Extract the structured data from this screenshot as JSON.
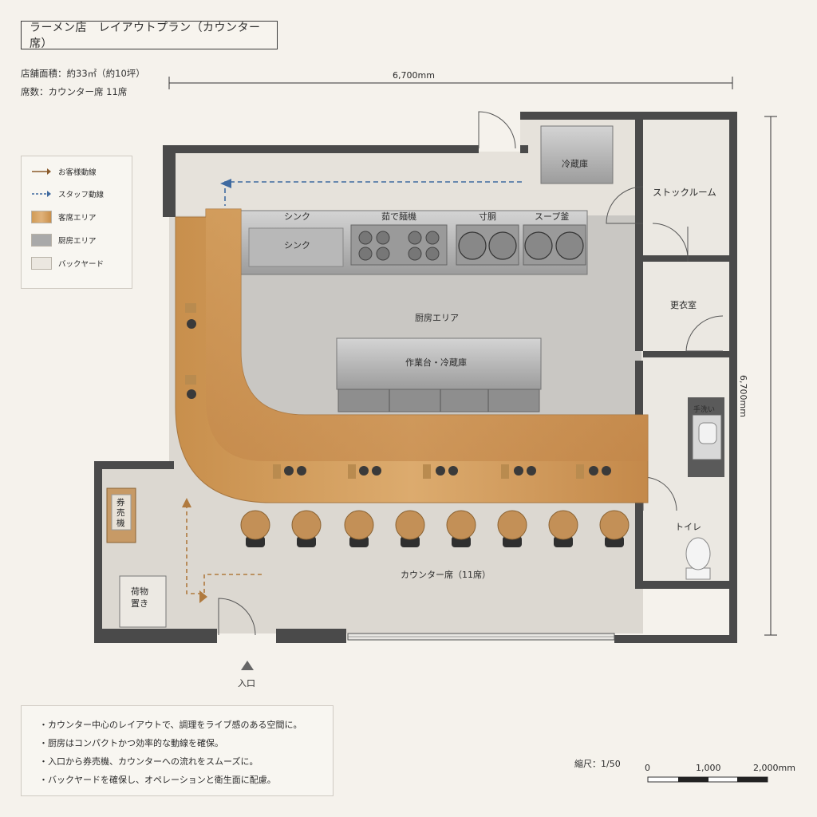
{
  "header": {
    "title": "ラーメン店　レイアウトプラン（カウンター席）",
    "area": "店舗面積：約33㎡（約10坪）",
    "seats": "席数：カウンター席 11席"
  },
  "dimensions": {
    "width": "6,700mm",
    "height": "6,700mm"
  },
  "legend": {
    "items": [
      {
        "label": "お客様動線",
        "kind": "arrow-solid",
        "color": "#8a5a2b"
      },
      {
        "label": "スタッフ動線",
        "kind": "arrow-dashed",
        "color": "#3f6aa0"
      },
      {
        "label": "客席エリア",
        "kind": "swatch",
        "color": "#d9a866"
      },
      {
        "label": "厨房エリア",
        "kind": "swatch",
        "color": "#a9a9a9"
      },
      {
        "label": "バックヤード",
        "kind": "swatch",
        "color": "#ebe7e0"
      }
    ]
  },
  "rooms": {
    "fridge": "冷蔵庫",
    "stock": "ストックルーム",
    "locker": "更衣室",
    "handwash": "手洗い",
    "toilet": "トイレ",
    "kitchen": "厨房エリア",
    "worktable": "作業台・冷蔵庫",
    "counter": "カウンター席（11席）",
    "ticket": "券売機",
    "luggage": "荷物置き",
    "entrance": "入口"
  },
  "equipment": {
    "sink": "シンク",
    "sink_top": "シンク",
    "boiler_top": "茹で麺機",
    "noodle_top": "寸胴",
    "soup_top": "スープ釜"
  },
  "notes": [
    "・カウンター中心のレイアウトで、調理をライブ感のある空間に。",
    "・厨房はコンパクトかつ効率的な動線を確保。",
    "・入口から券売機、カウンターへの流れをスムーズに。",
    "・バックヤードを確保し、オペレーションと衛生面に配慮。"
  ],
  "scale": {
    "label": "縮尺：1/50",
    "ticks": [
      "0",
      "1,000",
      "2,000mm"
    ]
  }
}
